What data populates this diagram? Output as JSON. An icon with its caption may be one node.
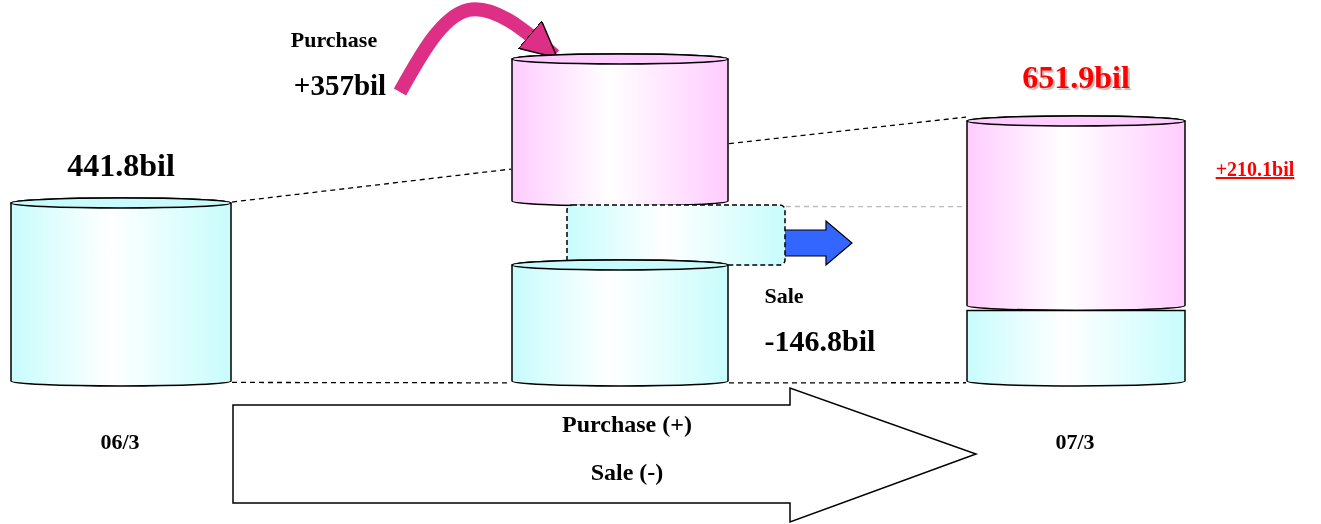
{
  "diagram": {
    "nodes": [
      {
        "text": [
          "441.8bil"
        ],
        "beside": [
          "06/3"
        ]
      },
      {
        "text": [],
        "shape": "cylinder"
      },
      {
        "text": [
          "Purchase",
          "+357bil"
        ]
      },
      {
        "text": [],
        "shape": "cylinder"
      },
      {
        "text": [],
        "shape": "cylinder"
      },
      {
        "text": [
          "651.9bil"
        ],
        "beside": [
          "07/3"
        ]
      },
      {
        "text": [
          "Sale",
          "-146.8bil"
        ]
      },
      {
        "text": [
          "Purchase (+)",
          "Sale (-)"
        ]
      }
    ],
    "edges": [
      {
        "from": 0,
        "to": 1,
        "arrow": "none",
        "style": "dashed"
      },
      {
        "from": 1,
        "to": 5,
        "arrow": "none",
        "style": "dashed"
      },
      {
        "from": 2,
        "to": 1,
        "arrow": "to",
        "style": "thick",
        "color": "#dd2f85"
      },
      {
        "from": 3,
        "to": 5,
        "arrow": "none",
        "style": "dashed",
        "color": "#bbbbbb"
      },
      {
        "from": 0,
        "to": 4,
        "arrow": "none",
        "style": "dashed"
      },
      {
        "from": 4,
        "to": 5,
        "arrow": "none",
        "style": "dashed"
      }
    ],
    "labels": [
      "+210.1bil"
    ]
  }
}
